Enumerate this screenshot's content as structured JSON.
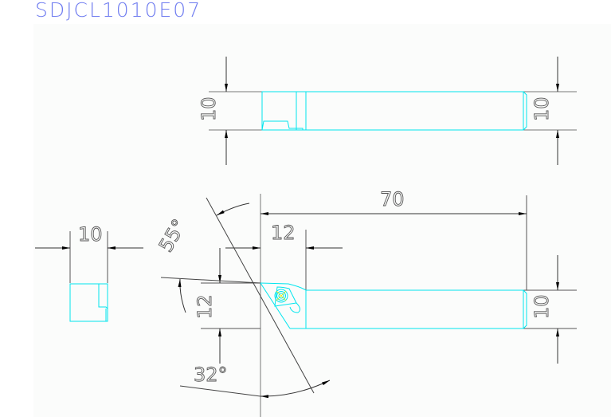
{
  "drawing": {
    "title": "SDJCL1010E07",
    "colors": {
      "title": "#6f7cf0",
      "outline": "#00e5ee",
      "dimension": "#333333",
      "background": "#fbfcfb",
      "center_mark": "#e8e800"
    },
    "top_view": {
      "left_height_dim": "10",
      "right_height_dim": "10"
    },
    "end_view": {
      "width_dim": "10"
    },
    "side_view": {
      "overall_length_dim": "70",
      "head_length_dim": "12",
      "head_offset_dim": "12",
      "shank_height_dim": "10",
      "insert_angle": "55°",
      "approach_angle": "32°"
    }
  }
}
